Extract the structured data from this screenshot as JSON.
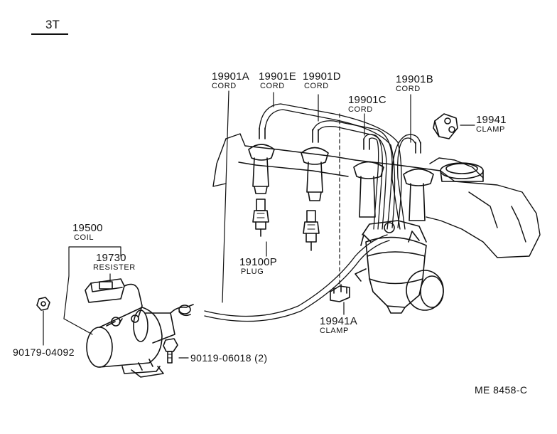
{
  "header": {
    "model": "3T"
  },
  "reference": "ME 8458-C",
  "parts": {
    "cord_a": {
      "number": "19901A",
      "name": "CORD"
    },
    "cord_e": {
      "number": "19901E",
      "name": "CORD"
    },
    "cord_d": {
      "number": "19901D",
      "name": "CORD"
    },
    "cord_b": {
      "number": "19901B",
      "name": "CORD"
    },
    "cord_c": {
      "number": "19901C",
      "name": "CORD"
    },
    "clamp": {
      "number": "19941",
      "name": "CLAMP"
    },
    "coil": {
      "number": "19500",
      "name": "COIL"
    },
    "resister": {
      "number": "19730",
      "name": "RESISTER"
    },
    "plug": {
      "number": "19100P",
      "name": "PLUG"
    },
    "clamp_a": {
      "number": "19941A",
      "name": "CLAMP"
    },
    "nut": {
      "number": "90179-04092"
    },
    "bolt": {
      "number": "90119-06018 (2)"
    }
  },
  "colors": {
    "ink": "#111111",
    "paper": "#ffffff"
  }
}
